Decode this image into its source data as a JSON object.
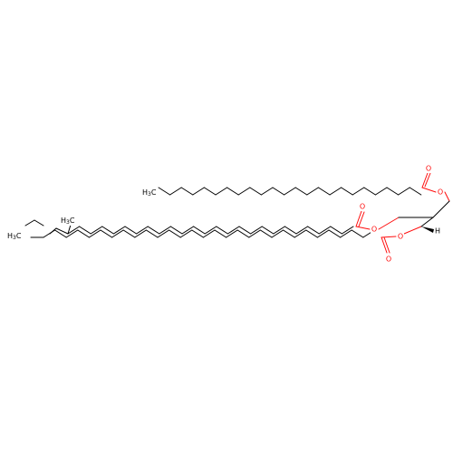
{
  "molecule": {
    "atoms": {
      "o_top_carbonyl": "O",
      "o_top_ester": "O",
      "o_mid_carbonyl": "O",
      "o_mid_ester": "O",
      "o_bot_carbonyl": "O",
      "o_bot_ester": "O",
      "h_stereo": "H"
    },
    "end_groups": {
      "top_chain_end": {
        "main": "H",
        "sub": "3",
        "tail": "C"
      },
      "mid_chain_methyl": {
        "main": "H",
        "sub": "3",
        "tail": "C"
      },
      "bot_chain_end": {
        "main": "H",
        "sub": "3",
        "tail": "C"
      }
    },
    "colors": {
      "carbon": "#000000",
      "oxygen": "#ff0d0d",
      "background": "#ffffff"
    }
  }
}
